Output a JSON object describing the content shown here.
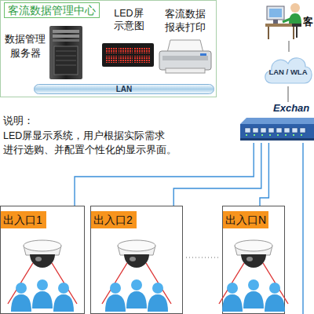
{
  "diagram": {
    "nodes": [
      {
        "text": [
          "客流数据管理中心"
        ]
      },
      {
        "text": [
          "数据管理 服务器"
        ],
        "in": 0
      },
      {
        "text": [
          "LED屏 示意图"
        ],
        "in": 0
      },
      {
        "text": [
          "客流数据 报表打印"
        ],
        "in": 0
      },
      {
        "text": [
          "LAN"
        ],
        "in": 0
      },
      {
        "text": [
          "客"
        ]
      },
      {
        "text": [
          "LAN / WLA"
        ]
      },
      {
        "text": [
          "Exchan"
        ]
      },
      {
        "text": [
          "出入口1"
        ]
      },
      {
        "text": [
          "出入口2"
        ]
      },
      {
        "text": [
          "出入口N"
        ]
      }
    ],
    "edges": [
      {
        "from": 1,
        "to": 4,
        "arrow": "none"
      },
      {
        "from": 2,
        "to": 4,
        "arrow": "none"
      },
      {
        "from": 3,
        "to": 4,
        "arrow": "none"
      },
      {
        "from": 5,
        "to": 6,
        "arrow": "none"
      },
      {
        "from": 6,
        "to": 7,
        "arrow": "none"
      },
      {
        "from": 7,
        "to": 8,
        "arrow": "none"
      },
      {
        "from": 7,
        "to": 9,
        "arrow": "none"
      },
      {
        "from": 7,
        "to": 10,
        "arrow": "none"
      }
    ],
    "labels": [
      "说明：",
      "LED屏显示系统，用户根据实际需求 进行选购、并配置个性化的显示界面。"
    ]
  }
}
